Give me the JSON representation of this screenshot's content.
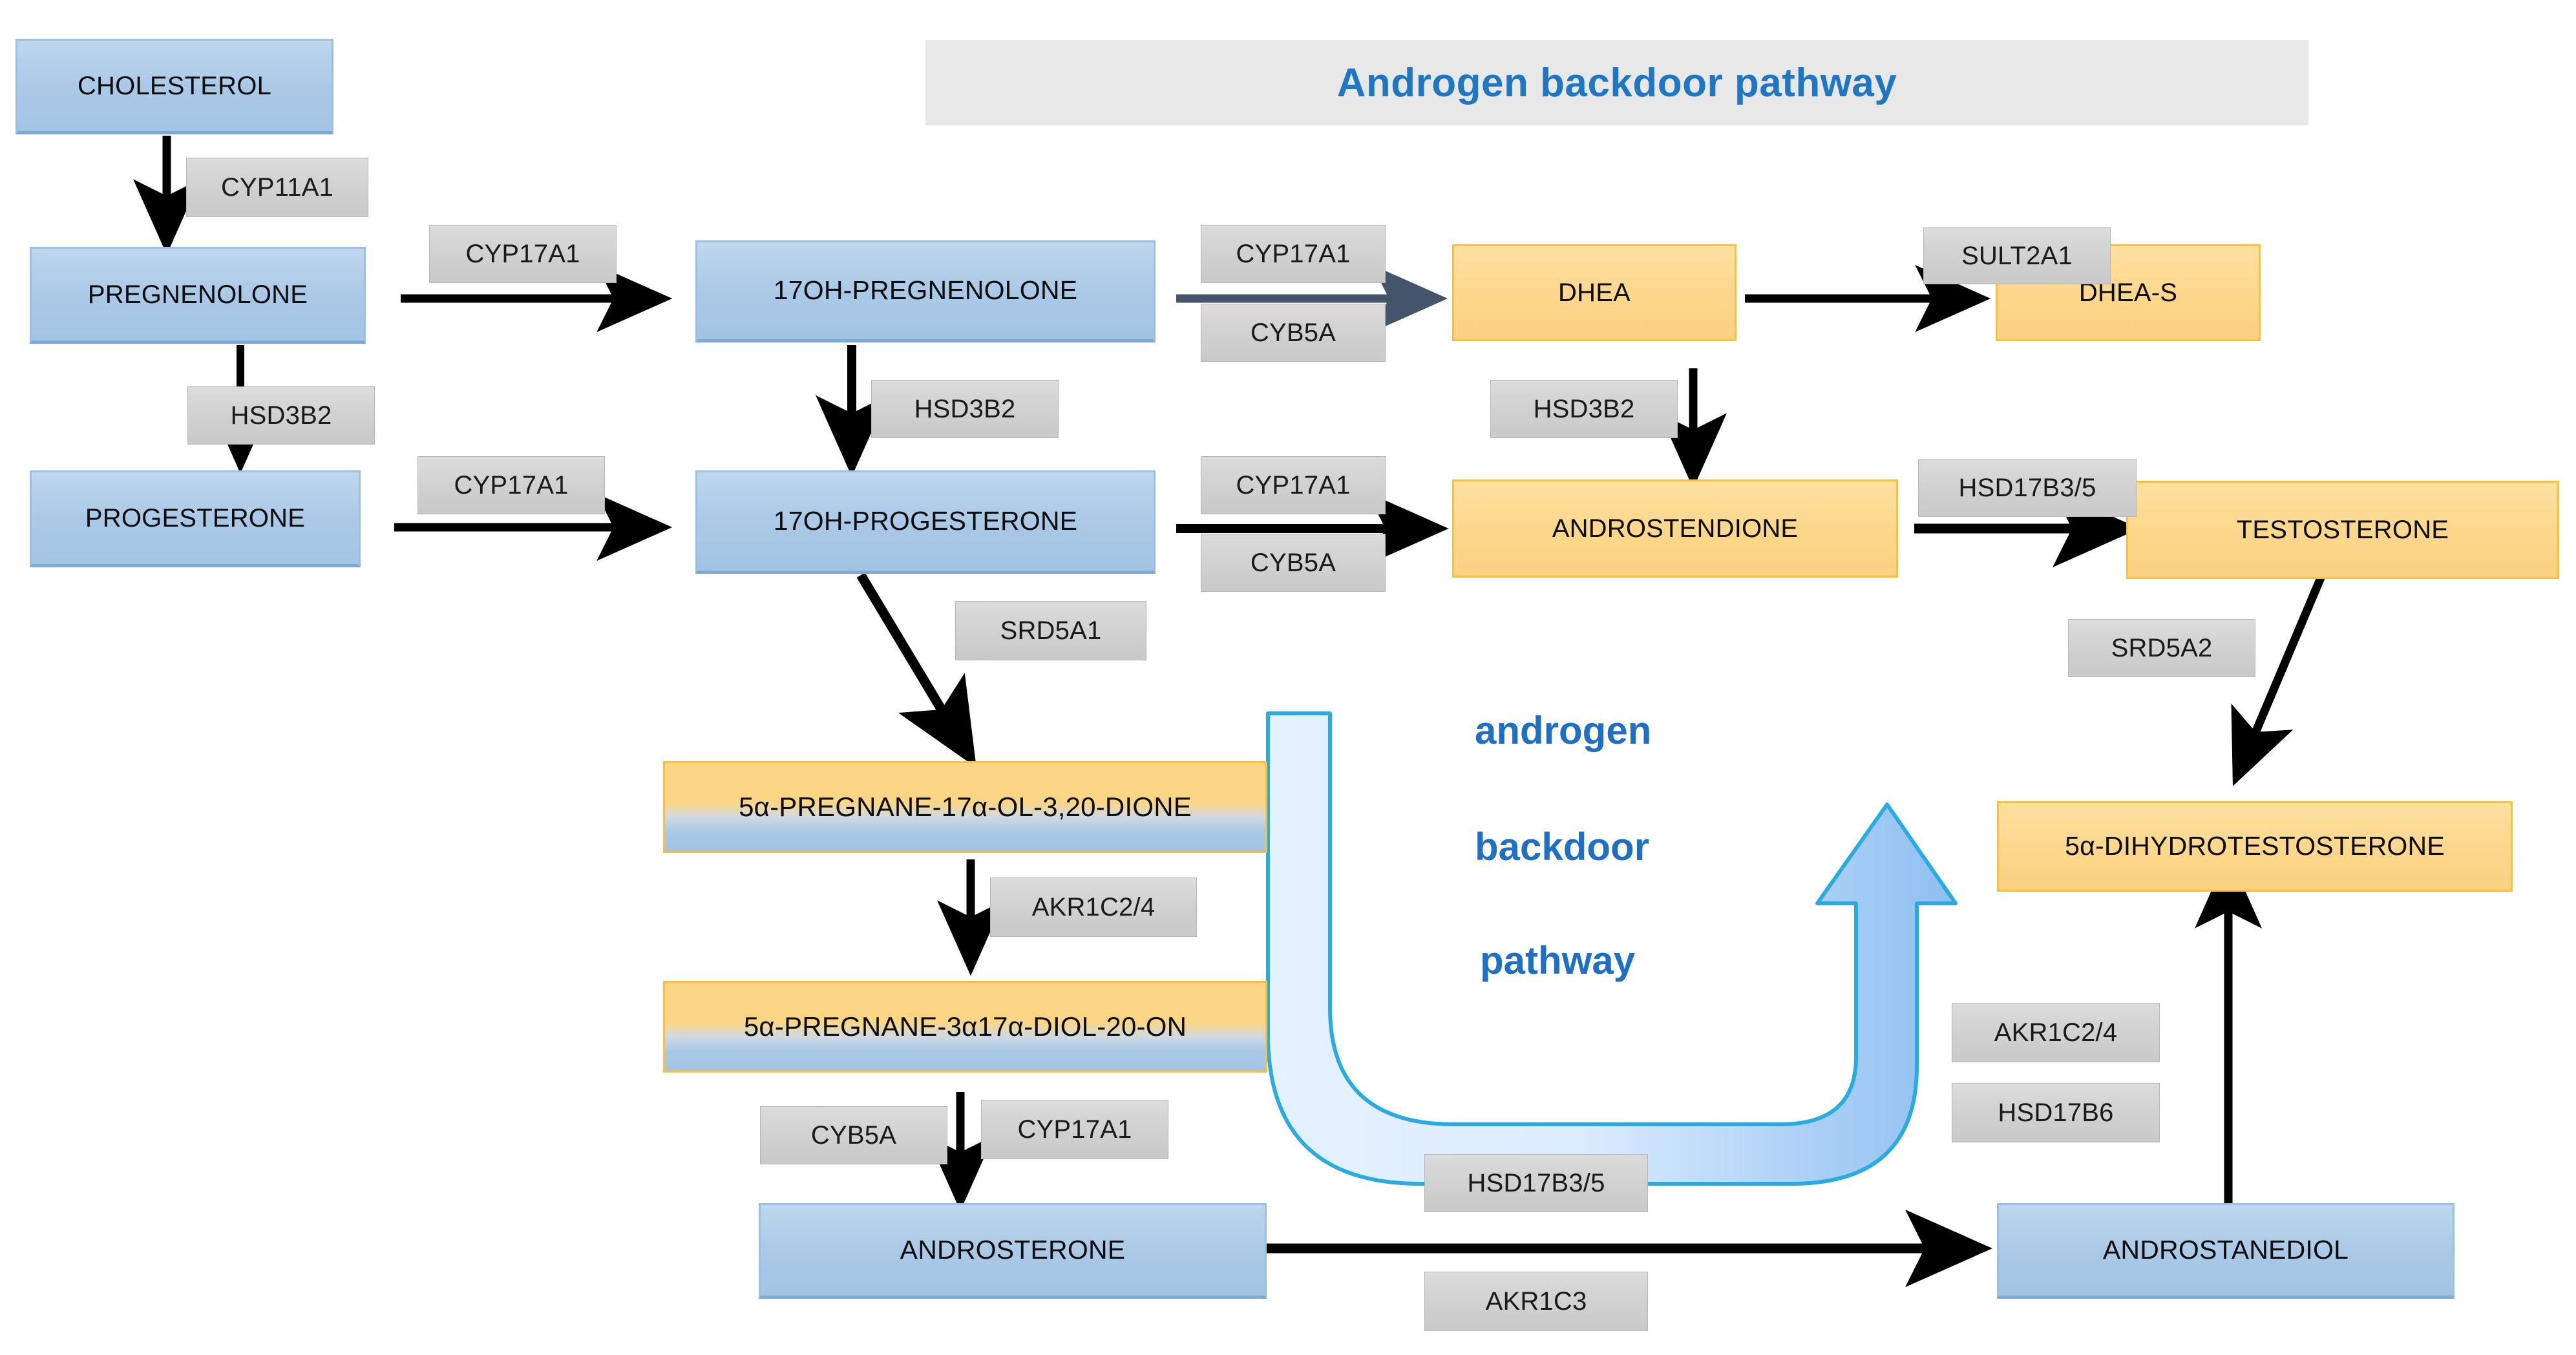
{
  "banner": {
    "title": "Androgen backdoor pathway"
  },
  "colors": {
    "title_blue": "#1f77c4",
    "banner_gray": "#e8e8e8",
    "node_blue_fill": "#a9c8e6",
    "node_blue_border": "#9cc0e2",
    "node_yellow_fill": "#fcd68a",
    "node_yellow_border": "#fbc03d",
    "chip_gray_fill": "#d2d2d2",
    "chip_gray_border": "#b6b6b6",
    "arrow_black": "#000000",
    "arrow_slate": "#44546a",
    "backdoor_arrow_stroke": "#29abe2",
    "backdoor_arrow_fill_light": "#ddeeff",
    "backdoor_arrow_fill_dark": "#8ec2f0",
    "backdoor_text_blue": "#1f6fc4"
  },
  "nodes": [
    {
      "id": "cholesterol",
      "label": "CHOLESTEROL",
      "style": "blue"
    },
    {
      "id": "pregnenolone",
      "label": "PREGNENOLONE",
      "style": "blue"
    },
    {
      "id": "progesterone",
      "label": "PROGESTERONE",
      "style": "blue"
    },
    {
      "id": "17oh-pregnenolone",
      "label": "17OH-PREGNENOLONE",
      "style": "blue"
    },
    {
      "id": "17oh-progesterone",
      "label": "17OH-PROGESTERONE",
      "style": "blue"
    },
    {
      "id": "dhea",
      "label": "DHEA",
      "style": "yellow"
    },
    {
      "id": "dhea-s",
      "label": "DHEA-S",
      "style": "yellow"
    },
    {
      "id": "androstendione",
      "label": "ANDROSTENDIONE",
      "style": "yellow"
    },
    {
      "id": "testosterone",
      "label": "TESTOSTERONE",
      "style": "yellow"
    },
    {
      "id": "dht",
      "label": "5α-DIHYDROTESTOSTERONE",
      "style": "yellow"
    },
    {
      "id": "pregnane-dione",
      "label": "5α-PREGNANE-17α-OL-3,20-DIONE",
      "style": "grad"
    },
    {
      "id": "pregnane-diol",
      "label": "5α-PREGNANE-3α17α-DIOL-20-ON",
      "style": "grad"
    },
    {
      "id": "androsterone",
      "label": "ANDROSTERONE",
      "style": "blue"
    },
    {
      "id": "androstanediol",
      "label": "ANDROSTANEDIOL",
      "style": "blue"
    }
  ],
  "enzymes": [
    {
      "id": "cyp11a1-chol",
      "label": "CYP11A1"
    },
    {
      "id": "cyp17a1-preg",
      "label": "CYP17A1"
    },
    {
      "id": "hsd3b2-preg",
      "label": "HSD3B2"
    },
    {
      "id": "cyp17a1-prog",
      "label": "CYP17A1"
    },
    {
      "id": "hsd3b2-17ohpreg",
      "label": "HSD3B2"
    },
    {
      "id": "cyp17a1-17ohpreg",
      "label": "CYP17A1"
    },
    {
      "id": "cyb5a-17ohpreg",
      "label": "CYB5A"
    },
    {
      "id": "sult2a1",
      "label": "SULT2A1"
    },
    {
      "id": "hsd3b2-dhea",
      "label": "HSD3B2"
    },
    {
      "id": "cyp17a1-17ohprog",
      "label": "CYP17A1"
    },
    {
      "id": "cyb5a-17ohprog",
      "label": "CYB5A"
    },
    {
      "id": "hsd17b35-andro",
      "label": "HSD17B3/5"
    },
    {
      "id": "srd5a1",
      "label": "SRD5A1"
    },
    {
      "id": "srd5a2",
      "label": "SRD5A2"
    },
    {
      "id": "akr1c24-pregnane",
      "label": "AKR1C2/4"
    },
    {
      "id": "cyb5a-diol",
      "label": "CYB5A"
    },
    {
      "id": "cyp17a1-diol",
      "label": "CYP17A1"
    },
    {
      "id": "akr1c24-adiol",
      "label": "AKR1C2/4"
    },
    {
      "id": "hsd17b6",
      "label": "HSD17B6"
    },
    {
      "id": "hsd17b35-androsterone",
      "label": "HSD17B3/5"
    },
    {
      "id": "akr1c3",
      "label": "AKR1C3"
    }
  ],
  "backdoor_arrow": {
    "words": [
      "androgen",
      "backdoor",
      "pathway"
    ]
  }
}
